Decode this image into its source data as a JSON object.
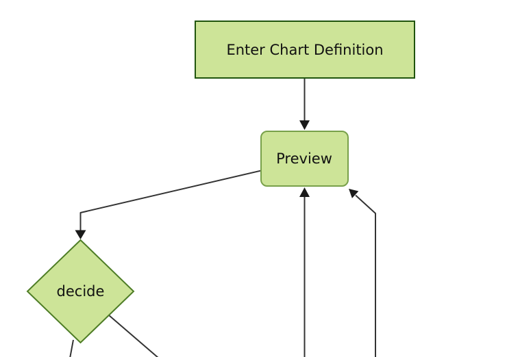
{
  "diagram": {
    "type": "flowchart",
    "direction": "top-down",
    "nodes": [
      {
        "id": "enter-chart-definition",
        "label": "Enter Chart Definition",
        "shape": "rectangle"
      },
      {
        "id": "preview",
        "label": "Preview",
        "shape": "rounded-rectangle"
      },
      {
        "id": "decide",
        "label": "decide",
        "shape": "diamond"
      }
    ],
    "edges": [
      {
        "from": "enter-chart-definition",
        "to": "preview",
        "arrowhead": true
      },
      {
        "from": "preview",
        "to": "decide",
        "arrowhead": true
      },
      {
        "from": "offscreen-bottom-center",
        "to": "preview",
        "arrowhead": true
      },
      {
        "from": "offscreen-bottom-right",
        "to": "preview",
        "arrowhead": true
      },
      {
        "from": "decide",
        "to": "offscreen-bottom-left",
        "arrowhead": false
      },
      {
        "from": "decide",
        "to": "offscreen-bottom-right",
        "arrowhead": false
      }
    ]
  },
  "colors": {
    "background": "#ffffff",
    "node_fill": "#cde498",
    "rectangle_border": "#20540d",
    "rounded_border": "#78a04a",
    "diamond_border": "#4e7d26",
    "edge_line": "#333333",
    "arrowhead": "#1a1a1a",
    "label_text": "#111111"
  }
}
